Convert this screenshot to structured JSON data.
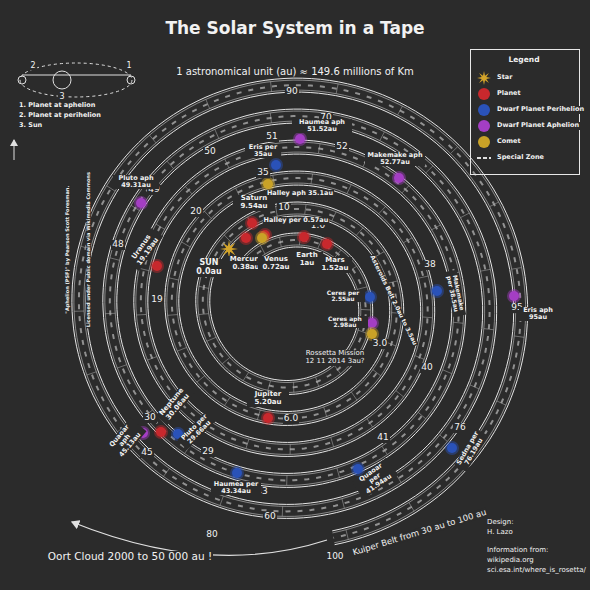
{
  "diagram": {
    "title": "The Solar System in a Tape",
    "labels": [
      "1 astronomical unit (au) ≈ 149.6 millions of Km",
      "1",
      "2",
      "3",
      "1. Planet at aphelion",
      "2. Planet at perihelion",
      "3. Sun",
      "\"Aphelion (PSF)\" by Pearson Scott Foresman.",
      "Licensed under Public domain via Wikimedia Commons",
      "Legend",
      "90",
      "70",
      "51",
      "52",
      "50",
      "35",
      "20",
      "10",
      "1.0",
      "48",
      "19",
      "49",
      "38",
      "95",
      "3.0",
      "6.0",
      "40",
      "41",
      "45",
      "30",
      "29",
      "76",
      "43",
      "60",
      "80",
      "100",
      "Haumea aph 51.52au",
      "Eris per 35au",
      "Halley aph 35.1au",
      "Makemake aph 52.77au",
      "Pluto aph 49.31au",
      "Saturn 9.54au",
      "Halley per 0.57au",
      "Uranus 19.19au",
      "SUN 0.0au",
      "Mercury 0.38au",
      "Venus 0.72au",
      "Earth 1au",
      "Mars 1.52au",
      "Asteroids Belt 2.0au to 3.5au",
      "Ceres per 2.55au",
      "Ceres aph 2.98au",
      "Rossetta Mission 12 11 2014 3au?",
      "Makemake per 38.5au",
      "Eris aph 95au",
      "Jupiter 5.20au",
      "Neptune 30.06au",
      "Pluto per 29.66au",
      "Quaoar aph 45.13au",
      "Quaoar per 41.94au",
      "Sedna per 76.19au",
      "Haumea per 43.34au",
      "Kuiper Belt from 30 au to 100 au",
      "Oort Cloud 2000 to 50 000 au !",
      "Design:",
      "H. Lazo",
      "Information from:",
      "wikipedia.org",
      "sci.esa.int/where_is_rosetta/"
    ],
    "legend": [
      {
        "text": "Star"
      },
      {
        "text": "Planet",
        "color": "#c8282d"
      },
      {
        "text": "Dwarf Planet Perihelion",
        "color": "#2a52b8"
      },
      {
        "text": "Dwarf Planet Aphelion",
        "color": "#a43ec4"
      },
      {
        "text": "Comet",
        "color": "#c9a227"
      },
      {
        "text": "Special Zone"
      }
    ]
  }
}
